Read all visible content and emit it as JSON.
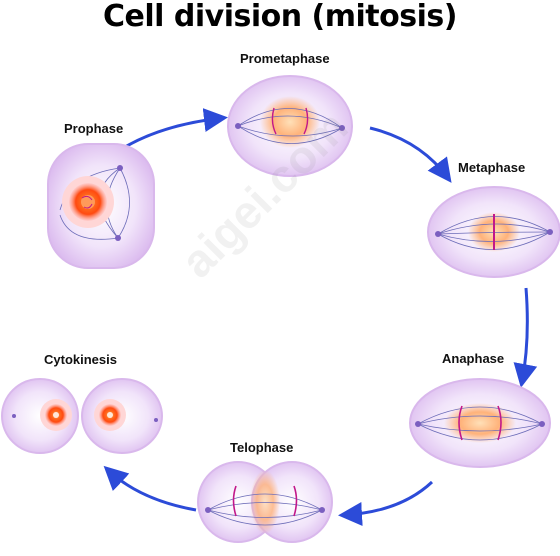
{
  "title": "Cell division (mitosis)",
  "phases": {
    "prophase": "Prophase",
    "prometaphase": "Prometaphase",
    "metaphase": "Metaphase",
    "anaphase": "Anaphase",
    "telophase": "Telophase",
    "cytokinesis": "Cytokinesis"
  },
  "watermark": "aigei.com",
  "colors": {
    "cell_fill": "#ecdcf6",
    "cell_edge": "#d9b8ec",
    "spindle": "#6c6cb8",
    "chromosome": "#c2188a",
    "nucleus_core": "#ff5a1a",
    "nucleus_glow": "#ffa26a",
    "arrow": "#2c4bd8"
  }
}
